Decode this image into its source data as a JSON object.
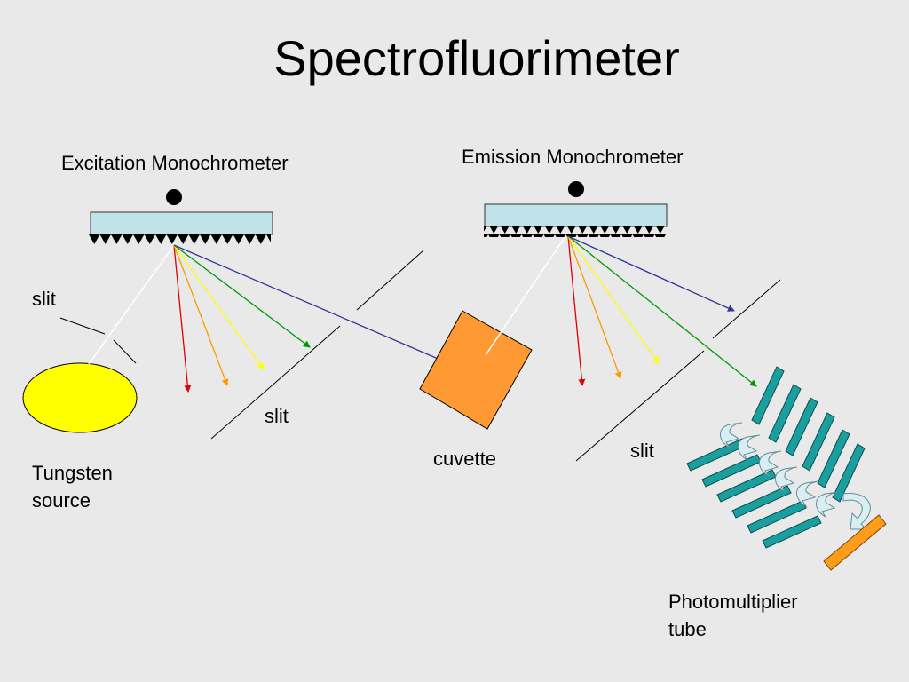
{
  "title": "Spectrofluorimeter",
  "labels": {
    "excitation_monochrometer": "Excitation Monochrometer",
    "emission_monochrometer": "Emission Monochrometer",
    "slit_source": "slit",
    "slit_middle": "slit",
    "slit_emission": "slit",
    "cuvette": "cuvette",
    "tungsten_line1": "Tungsten",
    "tungsten_line2": "source",
    "pmt_line1": "Photomultiplier",
    "pmt_line2": "tube"
  },
  "colors": {
    "background": "#e9e9e9",
    "grating_fill": "#bfe3e8",
    "source_fill": "#ffff00",
    "cuvette_fill": "#ff9933",
    "dynode_fill": "#1a9e9e",
    "anode_fill": "#ff9c1a",
    "ray_red": "#e00000",
    "ray_orange": "#ff9900",
    "ray_yellow": "#ffff00",
    "ray_green": "#009900",
    "ray_blue": "#333399"
  }
}
